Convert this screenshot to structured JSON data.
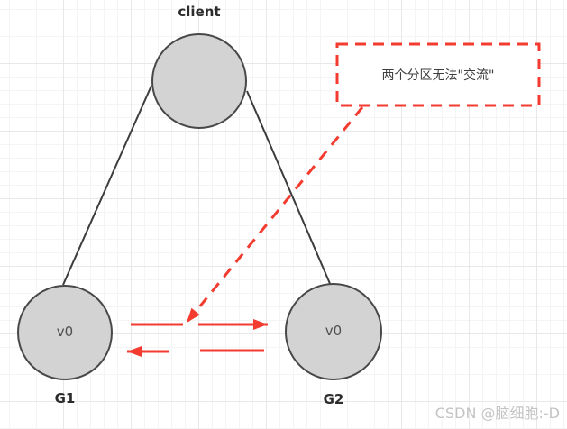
{
  "diagram": {
    "title_label": "client",
    "groups": [
      {
        "name": "G1",
        "node_value": "v0"
      },
      {
        "name": "G2",
        "node_value": "v0"
      }
    ],
    "callout_text": "两个分区无法\"交流\"",
    "watermark": "CSDN @脑细胞:-D",
    "icons": {
      "arrow_right": "arrow-right-icon",
      "arrow_left": "arrow-left-icon",
      "dashed_pointer": "dashed-arrow-icon"
    },
    "colors": {
      "arrow_red": "#f33b30",
      "node_fill": "#d3d3d3",
      "node_stroke": "#484848",
      "edge_stroke": "#3c3c3c",
      "label_text": "#2c2c2c",
      "node_value_text": "#4f4f4f",
      "callout_text": "#3d3d3d",
      "watermark_text": "#c4c4c4",
      "grid_minor": "#f4f4f4",
      "grid_major": "#e8e8e8"
    }
  }
}
